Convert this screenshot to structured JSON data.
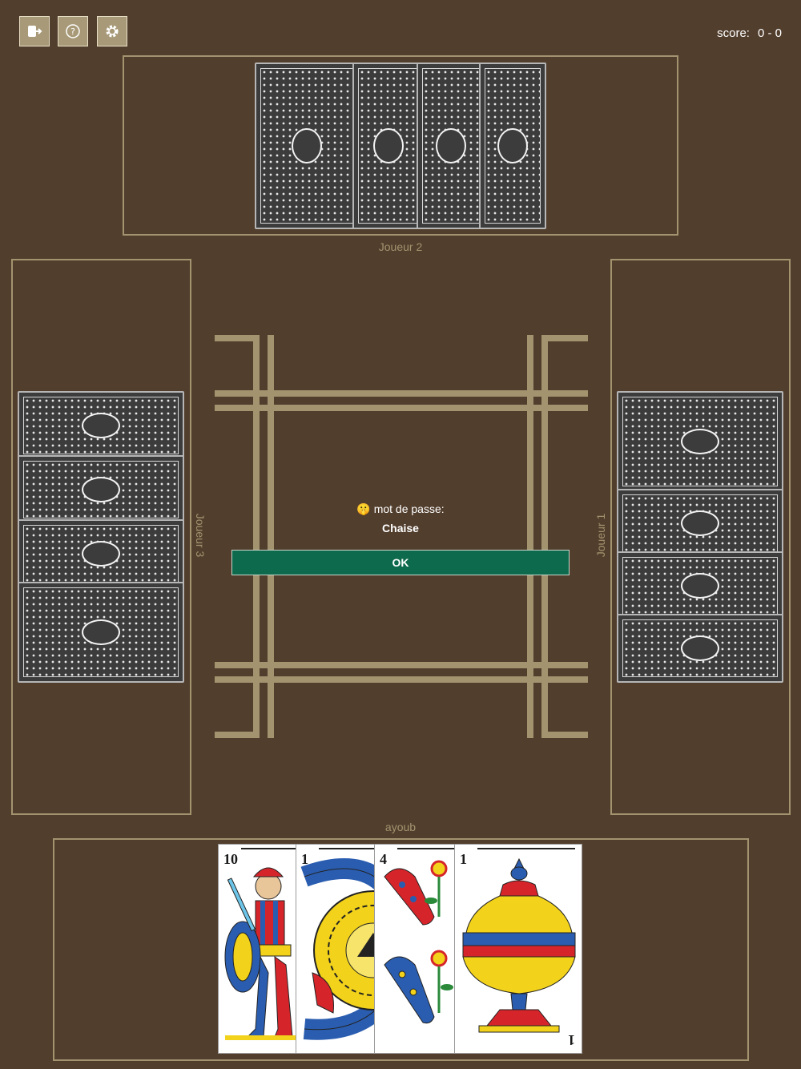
{
  "toolbar": {
    "icons": [
      "exit-icon",
      "help-icon",
      "settings-icon"
    ]
  },
  "score": {
    "label": "score:",
    "value": "0 - 0"
  },
  "players": {
    "top": "Joueur 2",
    "left": "Joueur 3",
    "right": "Joueur 1",
    "bottom": "ayoub"
  },
  "dialog": {
    "emoji": "🤫",
    "prompt": "mot de passe:",
    "password": "Chaise",
    "ok_label": "OK"
  },
  "hand": [
    {
      "rank": "10",
      "suit": "sword",
      "figure": "sota"
    },
    {
      "rank": "1",
      "suit": "coin"
    },
    {
      "rank": "4",
      "suit": "club"
    },
    {
      "rank": "1",
      "suit": "cup"
    }
  ],
  "colors": {
    "table": "#523e2d",
    "accent": "#a3936f",
    "ok_button": "#0e6a4c"
  }
}
